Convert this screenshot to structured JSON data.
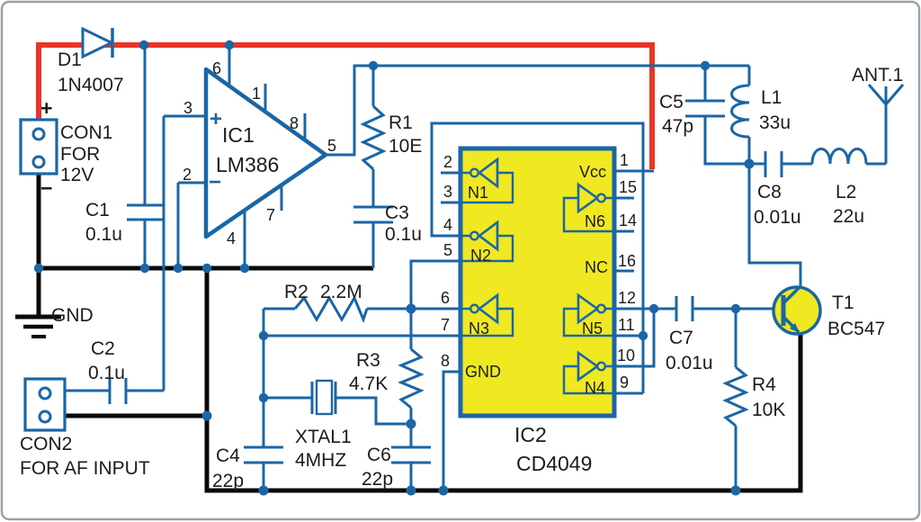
{
  "colors": {
    "wire_blue": "#1a66a6",
    "power_red": "#e8352b",
    "ic_yellow": "#f0e821",
    "gnd_black": "#0a0a0a"
  },
  "parts": {
    "d1": {
      "ref": "D1",
      "val": "1N4007"
    },
    "con1": {
      "ref": "CON1",
      "l2": "FOR",
      "l3": "12V",
      "plus": "+",
      "minus": "−"
    },
    "c1": {
      "ref": "C1",
      "val": "0.1u"
    },
    "c2": {
      "ref": "C2",
      "val": "0.1u"
    },
    "c3": {
      "ref": "C3",
      "val": "0.1u"
    },
    "c4": {
      "ref": "C4",
      "val": "22p"
    },
    "c5": {
      "ref": "C5",
      "val": "47p"
    },
    "c6": {
      "ref": "C6",
      "val": "22p"
    },
    "c7": {
      "ref": "C7",
      "val": "0.01u"
    },
    "c8": {
      "ref": "C8",
      "val": "0.01u"
    },
    "r1": {
      "ref": "R1",
      "val": "10E"
    },
    "r2": {
      "ref": "R2",
      "val": "2.2M"
    },
    "r3": {
      "ref": "R3",
      "val": "4.7K"
    },
    "r4": {
      "ref": "R4",
      "val": "10K"
    },
    "l1": {
      "ref": "L1",
      "val": "33u"
    },
    "l2": {
      "ref": "L2",
      "val": "22u"
    },
    "xtal1": {
      "ref": "XTAL1",
      "val": "4MHZ"
    },
    "t1": {
      "ref": "T1",
      "val": "BC547"
    },
    "ant1": {
      "ref": "ANT.1"
    },
    "con2": {
      "ref": "CON2",
      "desc": "FOR AF INPUT"
    },
    "gnd": {
      "ref": "GND"
    },
    "ic1": {
      "ref": "IC1",
      "val": "LM386",
      "plus": "+",
      "minus": "−",
      "pins": {
        "p1": "1",
        "p2": "2",
        "p3": "3",
        "p4": "4",
        "p5": "5",
        "p6": "6",
        "p7": "7",
        "p8": "8"
      }
    },
    "ic2": {
      "ref": "IC2",
      "val": "CD4049",
      "vcc": "Vcc",
      "nc": "NC",
      "gnd": "GND",
      "n1": "N1",
      "n2": "N2",
      "n3": "N3",
      "n4": "N4",
      "n5": "N5",
      "n6": "N6",
      "pins": {
        "p1": "1",
        "p2": "2",
        "p3": "3",
        "p4": "4",
        "p5": "5",
        "p6": "6",
        "p7": "7",
        "p8": "8",
        "p9": "9",
        "p10": "10",
        "p11": "11",
        "p12": "12",
        "p14": "14",
        "p15": "15",
        "p16": "16"
      }
    }
  }
}
